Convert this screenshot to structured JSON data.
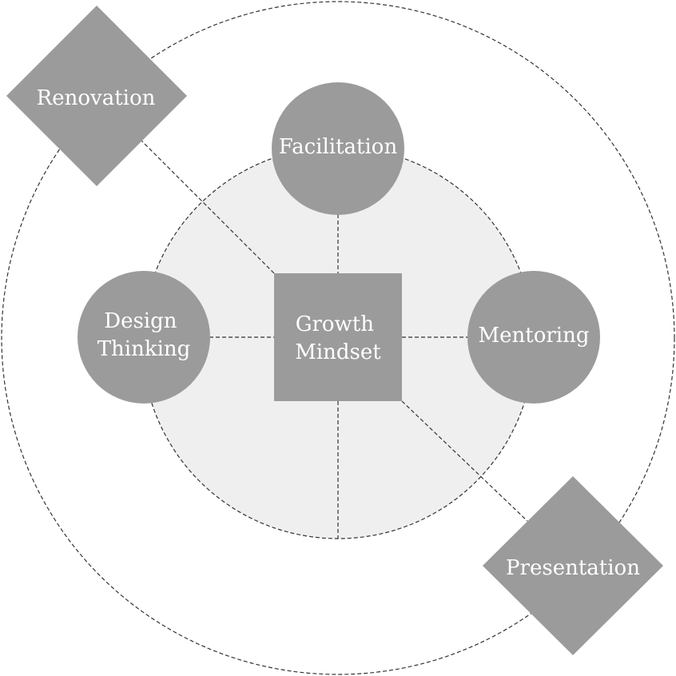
{
  "colors": {
    "node_fill": "#9b9b9b",
    "inner_ring_fill": "#efeff0",
    "line": "#333333",
    "label": "#ffffff"
  },
  "center": {
    "shape": "square",
    "label_lines": [
      "Growth",
      "Mindset"
    ]
  },
  "inner_nodes": {
    "top": {
      "shape": "circle",
      "label_lines": [
        "Facilitation"
      ]
    },
    "left": {
      "shape": "circle",
      "label_lines": [
        "Design",
        "Thinking"
      ]
    },
    "right": {
      "shape": "circle",
      "label_lines": [
        "Mentoring"
      ]
    }
  },
  "outer_nodes": {
    "top_left": {
      "shape": "diamond",
      "label_lines": [
        "Renovation"
      ]
    },
    "bottom_right": {
      "shape": "diamond",
      "label_lines": [
        "Presentation"
      ]
    }
  }
}
